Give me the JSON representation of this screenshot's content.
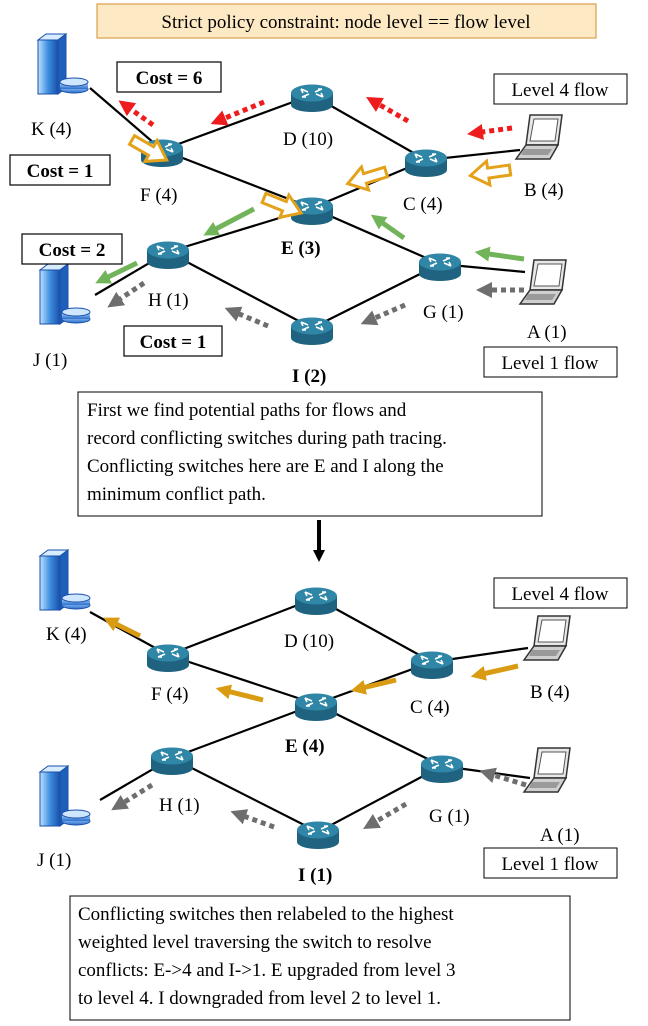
{
  "banner": "Strict policy constraint: node level == flow level",
  "colors": {
    "red_arrow": "#ee1c1c",
    "orange_hollow": "#e3a21a",
    "orange_solid": "#d99b12",
    "green_arrow": "#72b45a",
    "gray_arrow": "#6e6e6e",
    "banner_fill": "#fde9c4",
    "banner_stroke": "#d8a04a",
    "router_top": "#2f86a6",
    "router_side": "#1f6380",
    "server_blue": "#2e7cd6"
  },
  "top_diagram": {
    "costs": {
      "red": "Cost = 6",
      "orange": "Cost = 1",
      "green": "Cost = 2",
      "gray": "Cost = 1"
    },
    "flow_labels": {
      "level4": "Level 4 flow",
      "level1": "Level 1 flow"
    },
    "nodes": {
      "K": "K (4)",
      "F": "F (4)",
      "D": "D (10)",
      "C": "C (4)",
      "B": "B (4)",
      "E": "E (3)",
      "J": "J (1)",
      "H": "H (1)",
      "I": "I (2)",
      "G": "G (1)",
      "A": "A (1)"
    }
  },
  "explanation_1": [
    "First we find potential paths for flows and",
    "record conflicting switches during path tracing.",
    "Conflicting switches here are E and I along the",
    "minimum conflict path."
  ],
  "bottom_diagram": {
    "flow_labels": {
      "level4": "Level 4 flow",
      "level1": "Level 1 flow"
    },
    "nodes": {
      "K": "K (4)",
      "F": "F (4)",
      "D": "D (10)",
      "C": "C (4)",
      "B": "B (4)",
      "E": "E (4)",
      "J": "J (1)",
      "H": "H (1)",
      "I": "I (1)",
      "G": "G (1)",
      "A": "A (1)"
    }
  },
  "explanation_2": [
    "Conflicting switches then relabeled to the highest",
    "weighted level traversing the switch to resolve",
    "conflicts: E->4 and I->1. E upgraded from level 3",
    "to level 4. I downgraded from level 2 to level 1."
  ]
}
